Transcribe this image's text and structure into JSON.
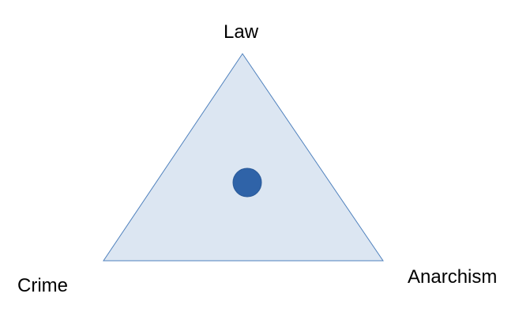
{
  "diagram": {
    "vertices": {
      "top": "Law",
      "bottom_left": "Crime",
      "bottom_right": "Anarchism"
    },
    "marker": "dot",
    "colors": {
      "triangle_fill": "#dce6f2",
      "triangle_stroke": "#4f81bd",
      "marker_fill": "#2f63a8",
      "marker_stroke": "#2a5a99"
    }
  }
}
